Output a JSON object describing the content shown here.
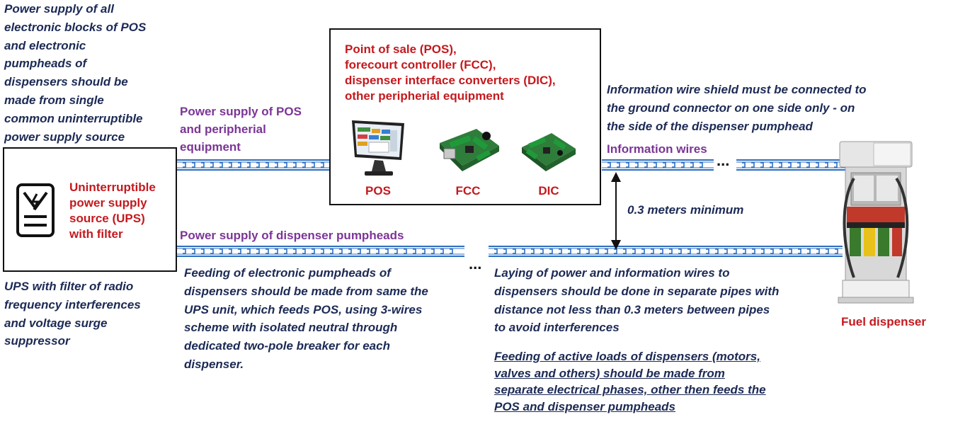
{
  "notes": {
    "power_all": "Power supply of all\nelectronic blocks of POS\nand electronic\npumpheads of\ndispensers should be\nmade from single\ncommon uninterruptible\npower supply source",
    "ups_filter": "UPS with filter of radio\nfrequency interferences\nand voltage surge\nsuppressor",
    "shield": "Information wire shield must be connected to\nthe ground connector on one side only - on\nthe side of the dispenser pumphead",
    "feeding_pumpheads": "Feeding of electronic pumpheads of\ndispensers should be made from same the\nUPS unit, which feeds POS, using 3-wires\nscheme with isolated neutral through\ndedicated two-pole breaker for each\ndispenser.",
    "laying": "Laying of power and information wires to\ndispensers should be done in separate pipes with\ndistance not less than 0.3 meters between pipes\nto avoid interferences",
    "active_loads": "Feeding of active loads of dispensers (motors,\nvalves and others) should be made from\nseparate electrical phases, other then feeds the\nPOS and dispenser pumpheads",
    "distance": "0.3 meters minimum"
  },
  "labels": {
    "pos_power": "Power supply of POS\nand peripherial\nequipment",
    "info_wires": "Information wires",
    "pump_power": "Power supply of dispenser pumpheads",
    "ellipsis_top": "...",
    "ellipsis_bottom": "..."
  },
  "ups": {
    "title": "Uninterruptible\npower supply\nsource (UPS)\nwith filter",
    "icon": "ups-battery-icon"
  },
  "pos_box": {
    "title": "Point of sale (POS),\nforecourt controller (FCC),\ndispenser interface converters (DIC),\nother peripherial equipment",
    "devices": [
      {
        "label": "POS",
        "icon": "pos-terminal-icon"
      },
      {
        "label": "FCC",
        "icon": "fcc-board-icon"
      },
      {
        "label": "DIC",
        "icon": "dic-board-icon"
      }
    ]
  },
  "dispenser": {
    "label": "Fuel dispenser",
    "icon": "fuel-dispenser-icon"
  },
  "colors": {
    "note_text": "#1c2a55",
    "label_purple": "#7b3596",
    "title_red": "#c4191e",
    "wire_blue": "#2d6fc0"
  }
}
